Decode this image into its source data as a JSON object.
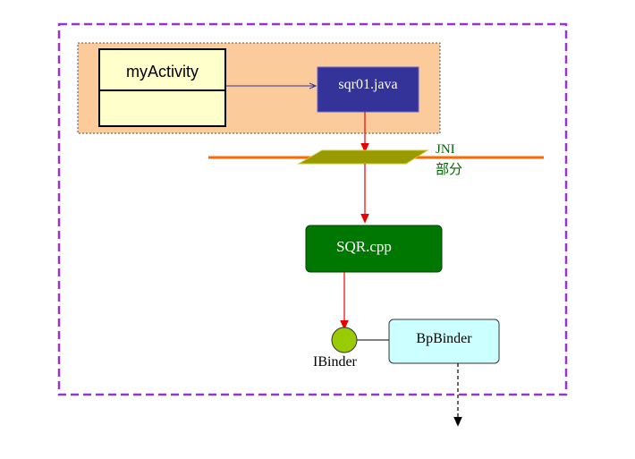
{
  "diagram": {
    "activity_label": "myActivity",
    "java_label": "sqr01.java",
    "jni_label_line1": "JNI",
    "jni_label_line2": "部分",
    "cpp_label": "SQR.cpp",
    "ibinder_label": "IBinder",
    "bpbinder_label": "BpBinder"
  },
  "colors": {
    "outer_border": "#9933cc",
    "app_region_fill": "#fccb9c",
    "activity_fill": "#ffffcc",
    "java_fill": "#333399",
    "jni_line": "#ff6600",
    "jni_plane_fill": "#999900",
    "jni_text": "#006600",
    "cpp_fill": "#007700",
    "ibinder_fill": "#99cc00",
    "bpbinder_fill": "#ccffff",
    "arrow_red": "#ee0000",
    "arrow_blue": "#333399"
  }
}
